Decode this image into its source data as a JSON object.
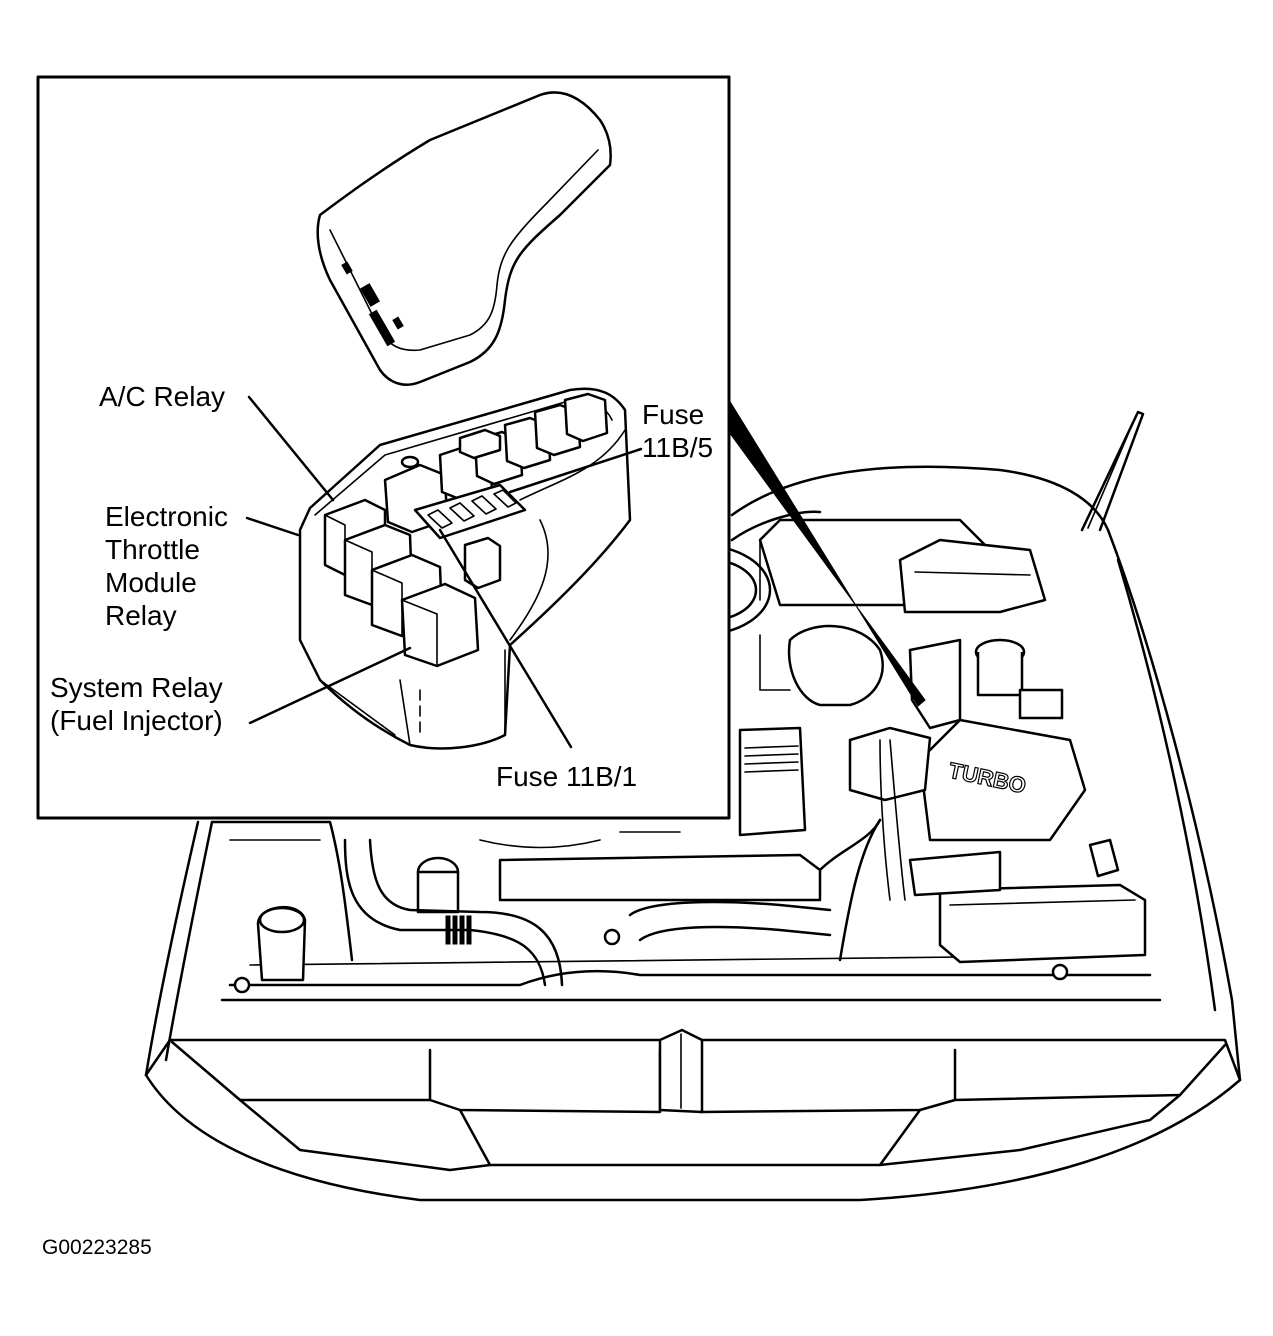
{
  "callouts": {
    "ac_relay": "A/C Relay",
    "fuse_11b5_line1": "Fuse",
    "fuse_11b5_line2": "11B/5",
    "etm_relay_line1": "Electronic",
    "etm_relay_line2": "Throttle",
    "etm_relay_line3": "Module",
    "etm_relay_line4": "Relay",
    "system_relay_line1": "System Relay",
    "system_relay_line2": "(Fuel Injector)",
    "fuse_11b1": "Fuse 11B/1"
  },
  "engine": {
    "cover_lettering": "TURBO"
  },
  "figure_id": "G00223285"
}
